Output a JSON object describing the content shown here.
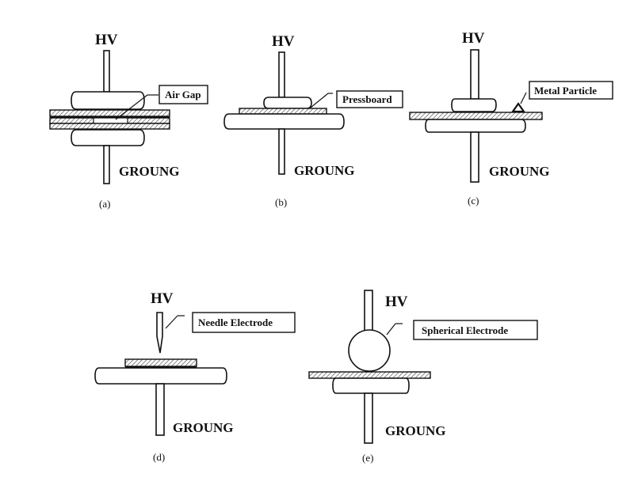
{
  "figure": {
    "panels": [
      {
        "id": "a",
        "caption": "(a)",
        "hv_label": "HV",
        "ground_label": "GROUNG",
        "callout": "Air Gap",
        "description": "Plate electrodes with layered pressboard containing an air gap"
      },
      {
        "id": "b",
        "caption": "(b)",
        "hv_label": "HV",
        "ground_label": "GROUNG",
        "callout": "Pressboard",
        "description": "Plate-plane electrode with pressboard sample"
      },
      {
        "id": "c",
        "caption": "(c)",
        "hv_label": "HV",
        "ground_label": "GROUNG",
        "callout": "Metal Particle",
        "description": "Plate electrode with metal particle on pressboard surface"
      },
      {
        "id": "d",
        "caption": "(d)",
        "hv_label": "HV",
        "ground_label": "GROUNG",
        "callout": "Needle Electrode",
        "description": "Needle-plane electrode over pressboard"
      },
      {
        "id": "e",
        "caption": "(e)",
        "hv_label": "HV",
        "ground_label": "GROUNG",
        "callout": "Spherical Electrode",
        "description": "Sphere-plane electrode on pressboard"
      }
    ],
    "colors": {
      "line": "#111111",
      "background": "#ffffff"
    }
  }
}
